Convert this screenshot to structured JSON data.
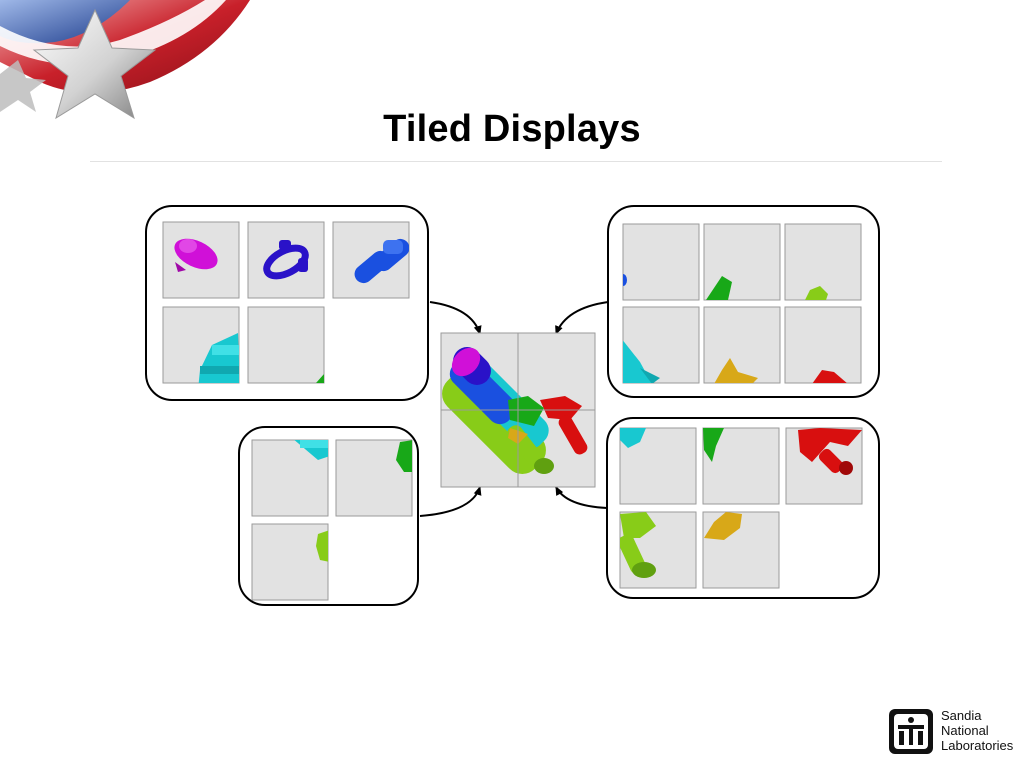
{
  "slide": {
    "title": "Tiled Displays"
  },
  "logo": {
    "line1": "Sandia",
    "line2": "National",
    "line3": "Laboratories"
  },
  "colors": {
    "tile_bg": "#e2e2e2",
    "tile_border": "#9a9a9a",
    "magenta": "#d010d8",
    "purple_blue": "#2a12c8",
    "blue": "#1a50e0",
    "cyan": "#18c8d0",
    "green": "#18a818",
    "lime": "#88cc18",
    "gold": "#d8a818",
    "red": "#d80f0f"
  }
}
